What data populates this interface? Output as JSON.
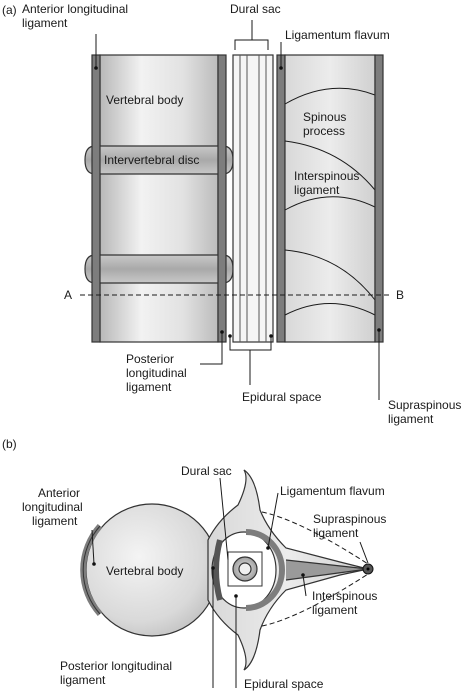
{
  "panel_a": {
    "marker": "(a)",
    "labels": {
      "anterior_longitudinal_ligament": [
        "Anterior longitudinal",
        "ligament"
      ],
      "dural_sac": "Dural sac",
      "ligamentum_flavum": "Ligamentum flavum",
      "vertebral_body": "Vertebral body",
      "spinous_process": [
        "Spinous",
        "process"
      ],
      "intervertebral_disc": "Intervertebral disc",
      "interspinous_ligament": [
        "Interspinous",
        "ligament"
      ],
      "section_a": "A",
      "section_b": "B",
      "posterior_longitudinal_ligament": [
        "Posterior",
        "longitudinal",
        "ligament"
      ],
      "epidural_space": "Epidural space",
      "supraspinous_ligament": [
        "Supraspinous",
        "ligament"
      ]
    }
  },
  "panel_b": {
    "marker": "(b)",
    "labels": {
      "dural_sac": "Dural sac",
      "anterior_longitudinal_ligament": [
        "Anterior",
        "longitudinal",
        "ligament"
      ],
      "ligamentum_flavum": "Ligamentum flavum",
      "supraspinous_ligament": [
        "Supraspinous",
        "ligament"
      ],
      "vertebral_body": "Vertebral body",
      "interspinous_ligament": [
        "Interspinous",
        "ligament"
      ],
      "posterior_longitudinal_ligament": [
        "Posterior longitudinal",
        "ligament"
      ],
      "epidural_space": "Epidural space"
    }
  },
  "colors": {
    "ligament": "#7d7d7d",
    "bone_light": "#e6e6e6",
    "bone_mid": "#cfcfcf",
    "disc": "#b9b9b9",
    "outline": "#333333"
  }
}
